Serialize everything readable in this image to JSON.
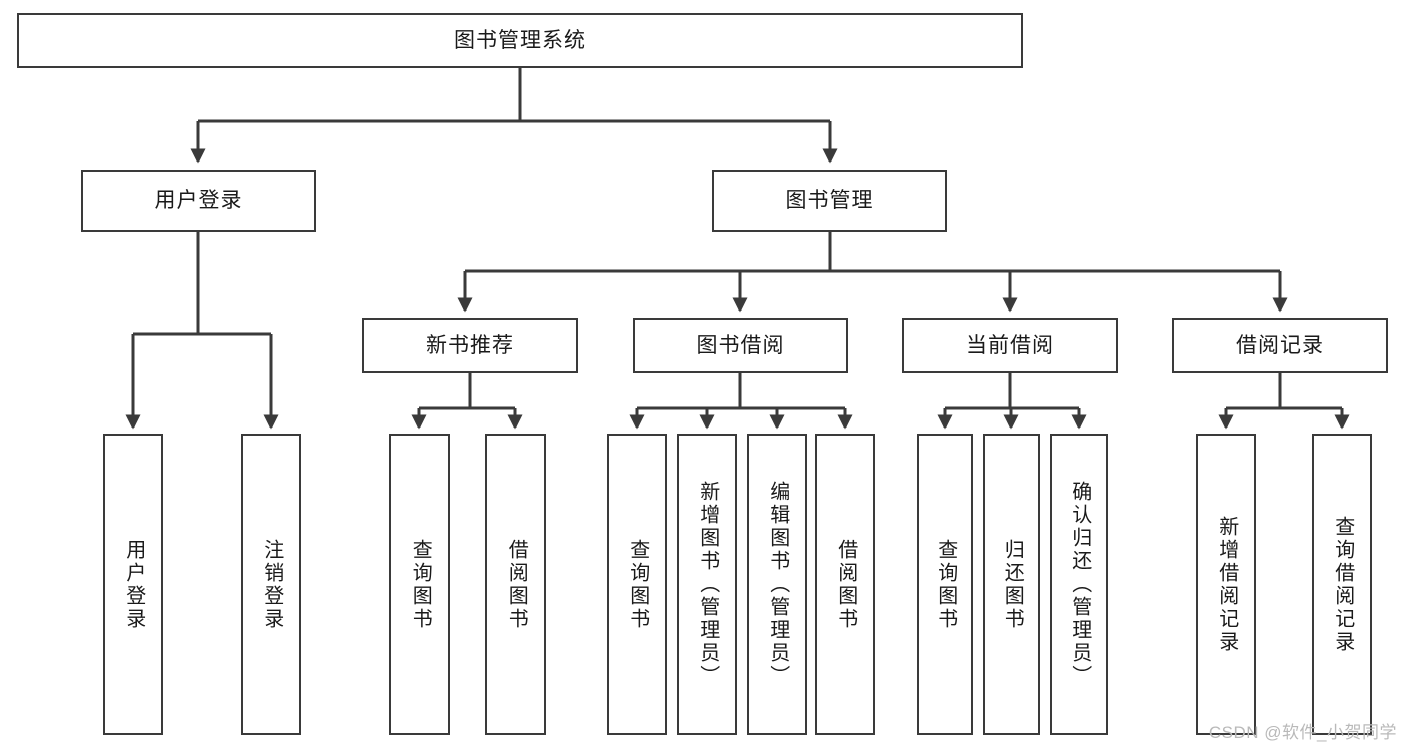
{
  "diagram": {
    "title": "图书管理系统",
    "type": "tree",
    "colors": {
      "stroke": "#3a3a3a",
      "fill": "#ffffff",
      "text": "#1a1a1a",
      "watermark": "#b9b9b9"
    },
    "watermark": "CSDN @软件_小贺同学",
    "nodes": {
      "root": {
        "label": "图书管理系统"
      },
      "level2": [
        {
          "label": "用户登录"
        },
        {
          "label": "图书管理"
        }
      ],
      "level3": [
        {
          "label": "新书推荐"
        },
        {
          "label": "图书借阅"
        },
        {
          "label": "当前借阅"
        },
        {
          "label": "借阅记录"
        }
      ],
      "leaves_user_login": [
        {
          "label": "用户登录"
        },
        {
          "label": "注销登录"
        }
      ],
      "leaves_new_book": [
        {
          "label": "查询图书"
        },
        {
          "label": "借阅图书"
        }
      ],
      "leaves_borrow": [
        {
          "label": "查询图书"
        },
        {
          "label": "新增图书（管理员）"
        },
        {
          "label": "编辑图书（管理员）"
        },
        {
          "label": "借阅图书"
        }
      ],
      "leaves_current": [
        {
          "label": "查询图书"
        },
        {
          "label": "归还图书"
        },
        {
          "label": "确认归还（管理员）"
        }
      ],
      "leaves_records": [
        {
          "label": "新增借阅记录"
        },
        {
          "label": "查询借阅记录"
        }
      ]
    }
  }
}
